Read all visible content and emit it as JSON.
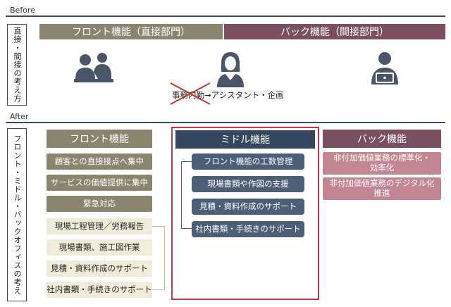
{
  "before": {
    "label": "Before",
    "side_label": "直接・間接の考え方",
    "front_bar": "フロント機能（直接部門）",
    "back_bar": "バック機能（間接部門）",
    "struck_text": "事務内勤",
    "transition_text": "→アシスタント・企画",
    "icons": [
      "people-meeting-icon",
      "woman-headset-icon",
      "person-laptop-icon"
    ]
  },
  "after": {
    "label": "After",
    "side_label": "フロント・ミドル・バックオフィスの考え",
    "front": {
      "title": "フロント機能",
      "items": [
        "顧客との直接接点へ集中",
        "サービスの価値提供に集中",
        "緊急対応"
      ],
      "moved_items": [
        "現場工程管理／労務報告",
        "現場書類、施工図作業",
        "見積・資料作成のサポート",
        "社内書類・手続きのサポート"
      ]
    },
    "middle": {
      "title": "ミドル機能",
      "items": [
        "フロント機能の工数管理",
        "現場書類や作図の支援",
        "見積・資料作成のサポート",
        "社内書類・手続きのサポート"
      ]
    },
    "back": {
      "title": "バック機能",
      "items": [
        "非付加価値業務の標準化・\n効率化",
        "非付加価値業務のデジタル化\n推進"
      ]
    }
  },
  "colors": {
    "front": "#8b8570",
    "front_light": "#f1ecd9",
    "back": "#7a4f61",
    "back_cell": "#c28592",
    "middle": "#34475f",
    "middle_cell": "#4d5e78",
    "highlight_frame": "#c0394b",
    "icon": "#4a5568"
  }
}
